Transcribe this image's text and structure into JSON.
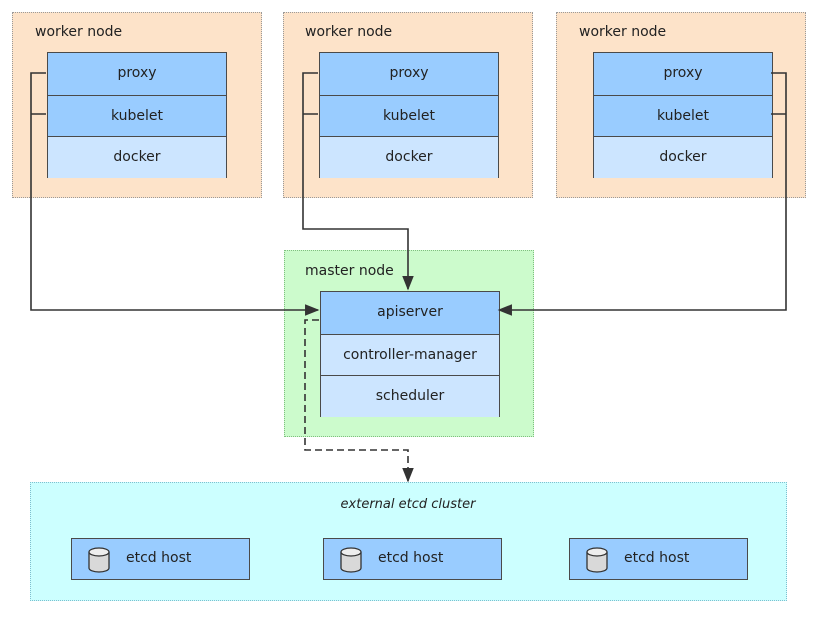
{
  "worker_nodes": [
    {
      "title": "worker node",
      "components": [
        "proxy",
        "kubelet",
        "docker"
      ]
    },
    {
      "title": "worker node",
      "components": [
        "proxy",
        "kubelet",
        "docker"
      ]
    },
    {
      "title": "worker node",
      "components": [
        "proxy",
        "kubelet",
        "docker"
      ]
    }
  ],
  "master_node": {
    "title": "master node",
    "components": [
      "apiserver",
      "controller-manager",
      "scheduler"
    ]
  },
  "etcd_cluster": {
    "title": "external etcd cluster",
    "hosts": [
      "etcd host",
      "etcd host",
      "etcd host"
    ]
  },
  "colors": {
    "worker_bg": "#fde3c9",
    "master_bg": "#ccfbcc",
    "etcd_bg": "#ccffff",
    "component_dark": "#99ccff",
    "component_light": "#cce5ff"
  }
}
